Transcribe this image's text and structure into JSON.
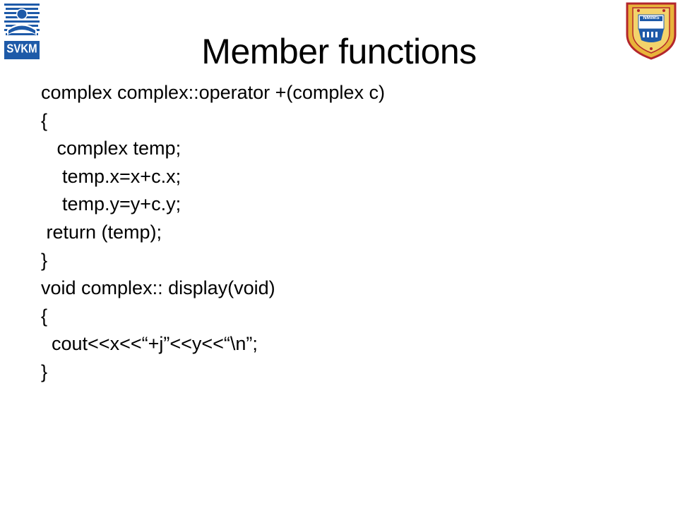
{
  "slide": {
    "title": "Member functions"
  },
  "logos": {
    "left": {
      "icon": "svkm-logo-icon",
      "text": "SVKM"
    },
    "right": {
      "icon": "nmims-crest-icon",
      "text": "NMIMS"
    }
  },
  "colors": {
    "svkm_blue": "#1e5aa8",
    "crest_gold": "#e8b43a",
    "crest_red": "#b3262c"
  },
  "code": {
    "lines": [
      "complex complex::operator +(complex c)",
      "{",
      "   complex temp;",
      "    temp.x=x+c.x;",
      "    temp.y=y+c.y;",
      " return (temp);",
      "}",
      "void complex:: display(void)",
      "{",
      "  cout<<x<<“+j”<<y<<“\\n”;",
      "}"
    ]
  }
}
